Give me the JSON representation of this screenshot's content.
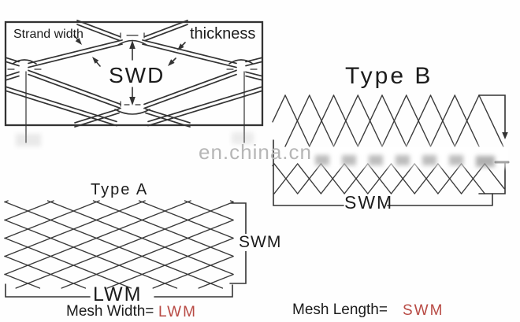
{
  "closeup": {
    "strand_width": "Strand width",
    "thickness": "thickness",
    "swd": "SWD"
  },
  "type_b": {
    "title": "Type B",
    "swm": "SWM"
  },
  "type_a": {
    "title": "Type A",
    "swm": "SWM",
    "lwm": "LWM"
  },
  "equations": {
    "mesh_width_label": "Mesh Width=",
    "mesh_width_value": "LWM",
    "mesh_length_label": "Mesh Length=",
    "mesh_length_value": "SWM"
  },
  "watermark": {
    "text": "en.china.cn"
  },
  "colors": {
    "line": "#333333",
    "accent_red": "#b84a44",
    "watermark": "#b6b6b6",
    "background": "#fefefe"
  }
}
